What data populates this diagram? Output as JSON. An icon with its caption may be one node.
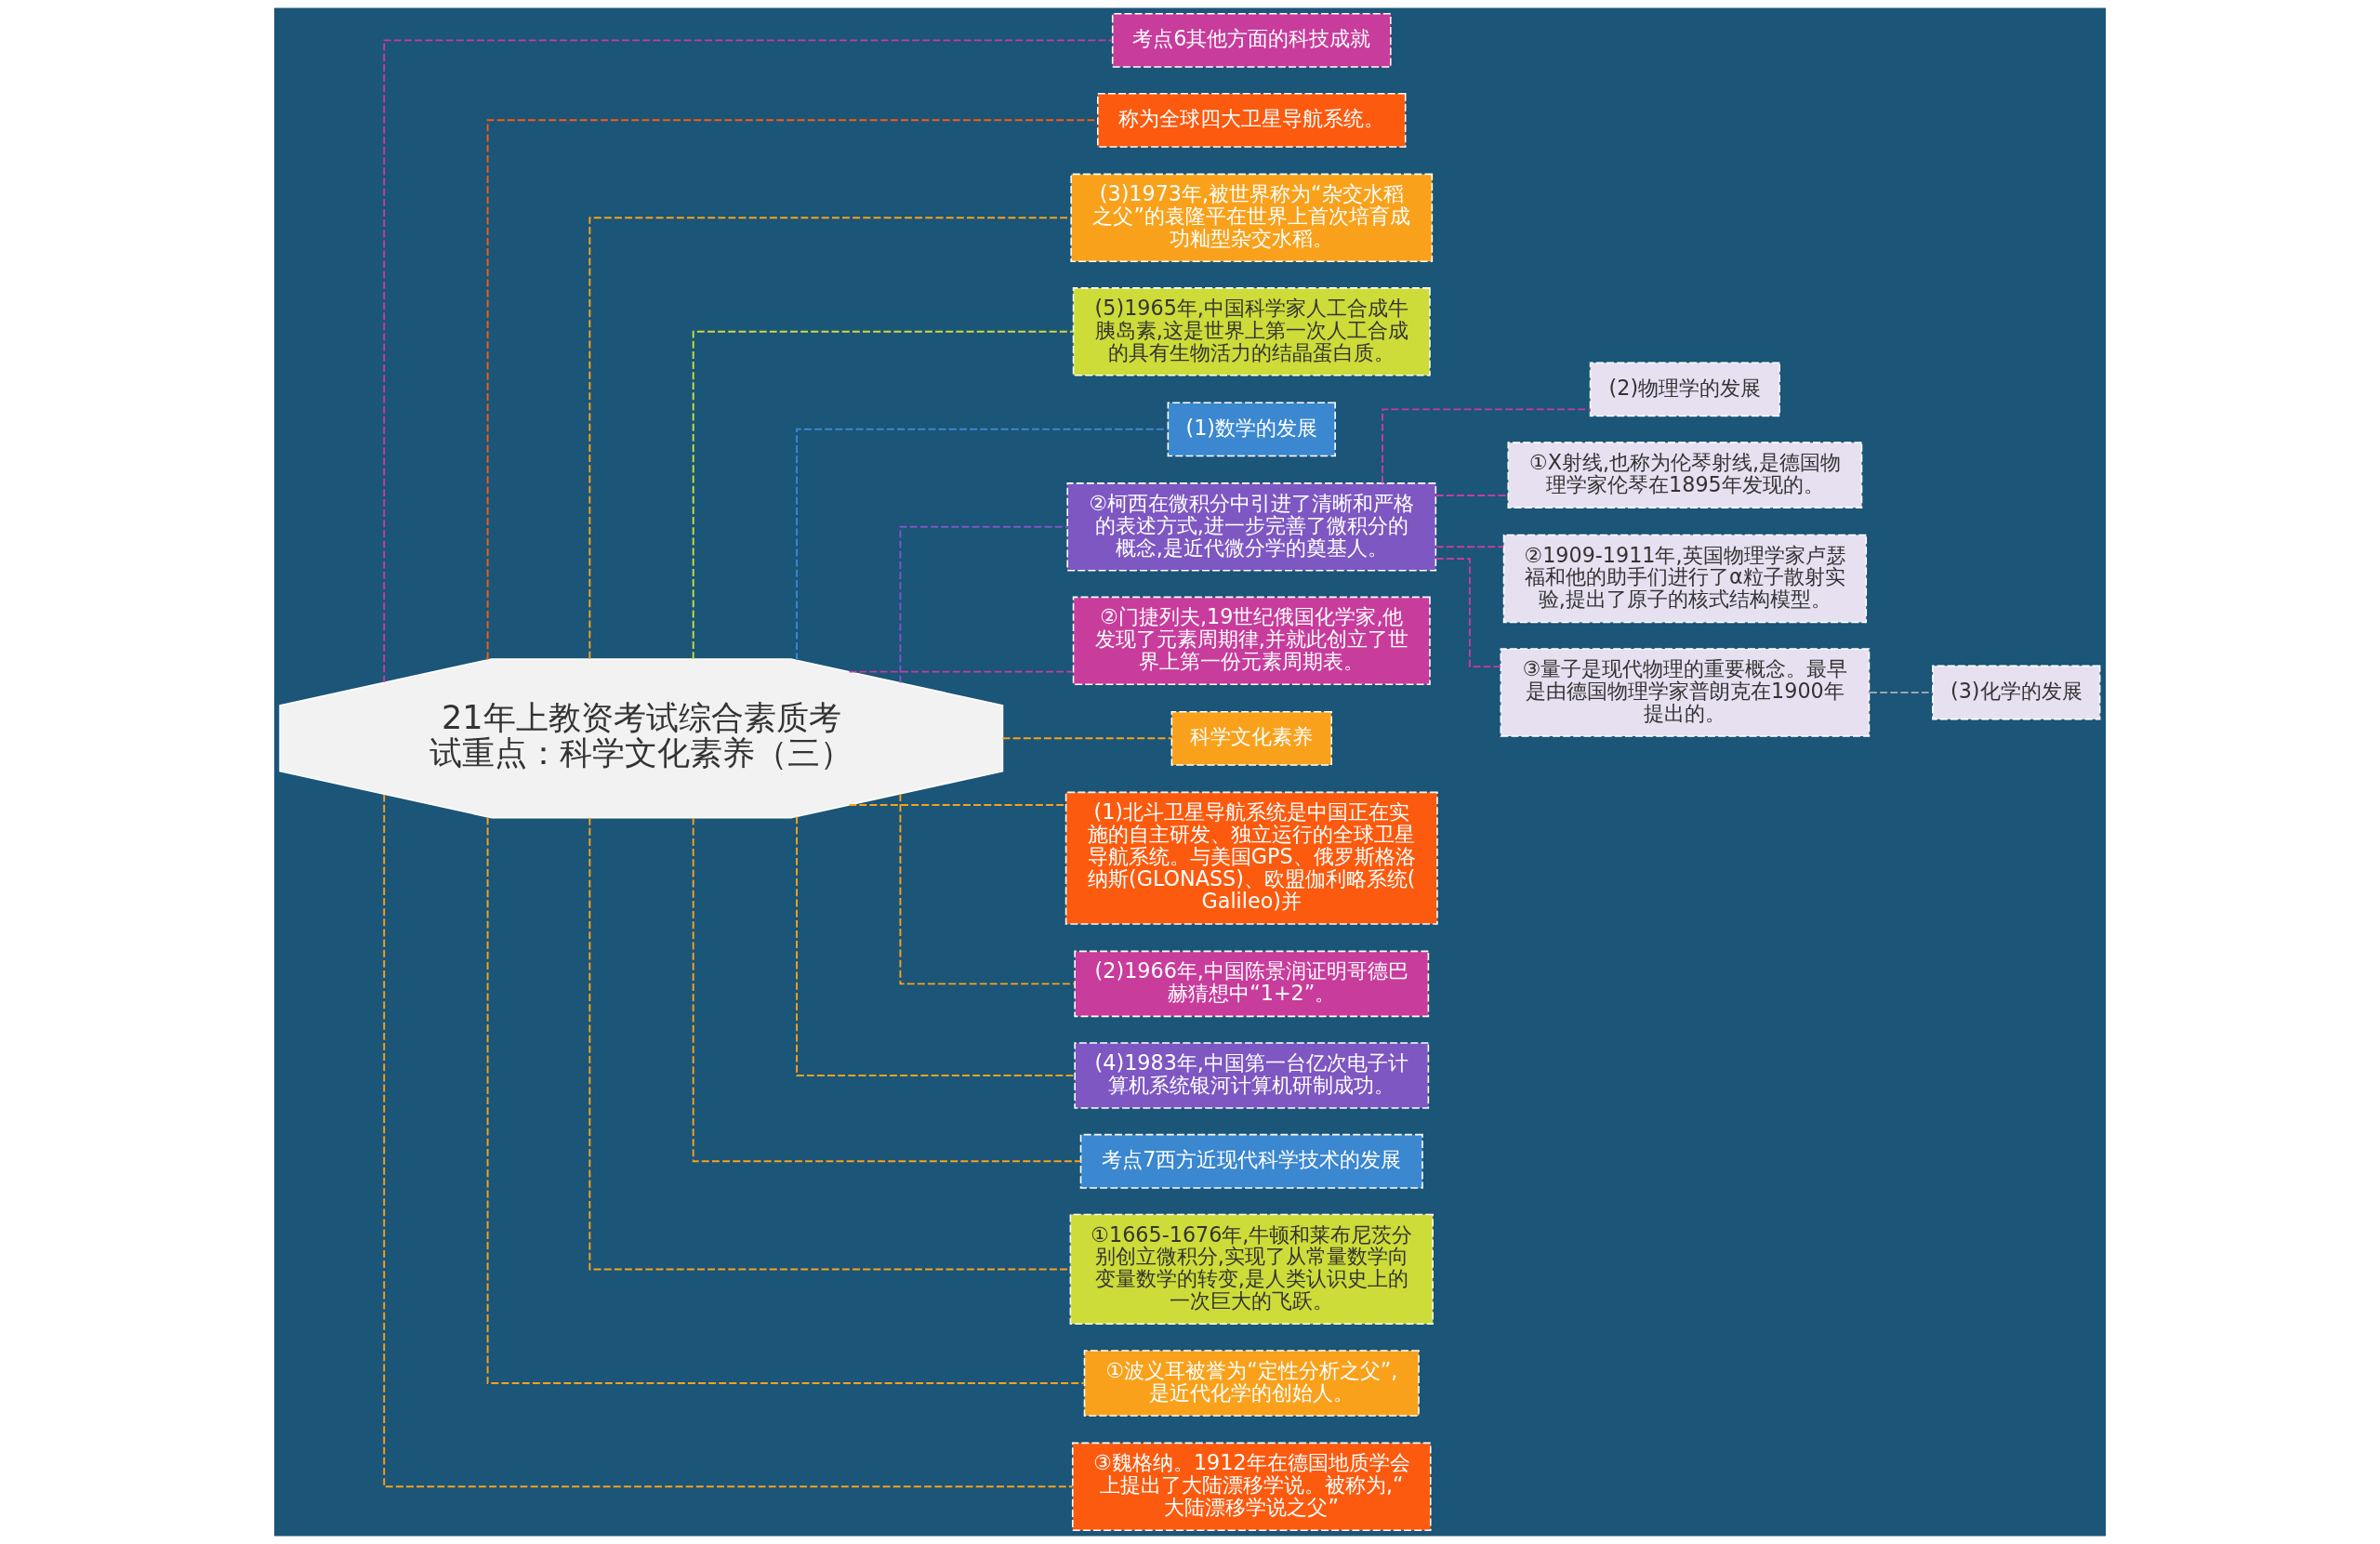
{
  "diagram": {
    "nodes": [
      {
        "text": [
          "21年上教资考试综合素质考试重点：科学文化素养（三）"
        ]
      },
      {
        "text": [
          "考点6其他方面的科技成就"
        ]
      },
      {
        "text": [
          "称为全球四大卫星导航系统。"
        ]
      },
      {
        "text": [
          "(3)1973年,被世界称为“杂交水稻之父”的袁隆平在世界上首次培育成功籼型杂交水稻。"
        ]
      },
      {
        "text": [
          "(5)1965年,中国科学家人工合成牛胰岛素,这是世界上第一次人工合成的具有生物活力的结晶蛋白质。"
        ]
      },
      {
        "text": [
          "(1)数学的发展"
        ]
      },
      {
        "text": [
          "②柯西在微积分中引进了清晰和严格的表述方式,进一步完善了微积分的概念,是近代微分学的奠基人。"
        ]
      },
      {
        "text": [
          "(2)物理学的发展"
        ]
      },
      {
        "text": [
          "①X射线,也称为伦琴射线,是德国物理学家伦琴在1895年发现的。"
        ]
      },
      {
        "text": [
          "②1909-1911年,英国物理学家卢瑟福和他的助手们进行了α粒子散射实验,提出了原子的核式结构模型。"
        ]
      },
      {
        "text": [
          "③量子是现代物理的重要概念。最早是由德国物理学家普朗克在1900年提出的。"
        ]
      },
      {
        "text": [
          "(3)化学的发展"
        ]
      },
      {
        "text": [
          "②门捷列夫,19世纪俄国化学家,他发现了元素周期律,并就此创立了世界上第一份元素周期表。"
        ]
      },
      {
        "text": [
          "科学文化素养"
        ]
      },
      {
        "text": [
          "(1)北斗卫星导航系统是中国正在实施的自主研发、独立运行的全球卫星导航系统。与美国GPS、俄罗斯格洛纳斯(GLONASS)、欧盟伽利略系统(Galileo)并"
        ]
      },
      {
        "text": [
          "(2)1966年,中国陈景润证明哥德巴赫猜想中“1+2”。"
        ]
      },
      {
        "text": [
          "(4)1983年,中国第一台亿次电子计算机系统银河计算机研制成功。"
        ]
      },
      {
        "text": [
          "考点7西方近现代科学技术的发展"
        ]
      },
      {
        "text": [
          "①1665-1676年,牛顿和莱布尼茨分别创立微积分,实现了从常量数学向变量数学的转变,是人类认识史上的一次巨大的飞跃。"
        ]
      },
      {
        "text": [
          "①波义耳被誉为“定性分析之父”,是近代化学的创始人。"
        ]
      },
      {
        "text": [
          "③魏格纳。1912年在德国地质学会上提出了大陆漂移学说。被称为,“大陆漂移学说之父”"
        ]
      }
    ],
    "edges": [
      {
        "from": 0,
        "to": 1,
        "arrow": "none",
        "style": "dashed",
        "color": "#c83c9c"
      },
      {
        "from": 0,
        "to": 2,
        "arrow": "none",
        "style": "dashed",
        "color": "#fb5a0f"
      },
      {
        "from": 0,
        "to": 3,
        "arrow": "none",
        "style": "dashed",
        "color": "#f9a11b"
      },
      {
        "from": 0,
        "to": 4,
        "arrow": "none",
        "style": "dashed",
        "color": "#cddc39"
      },
      {
        "from": 0,
        "to": 5,
        "arrow": "none",
        "style": "dashed",
        "color": "#3b87d0"
      },
      {
        "from": 0,
        "to": 6,
        "arrow": "none",
        "style": "dashed",
        "color": "#7e57c2"
      },
      {
        "from": 6,
        "to": 7,
        "arrow": "none",
        "style": "dashed",
        "color": "#c83c9c"
      },
      {
        "from": 6,
        "to": 8,
        "arrow": "none",
        "style": "dashed",
        "color": "#c83c9c"
      },
      {
        "from": 6,
        "to": 9,
        "arrow": "none",
        "style": "dashed",
        "color": "#c83c9c"
      },
      {
        "from": 6,
        "to": 10,
        "arrow": "none",
        "style": "dashed",
        "color": "#c83c9c"
      },
      {
        "from": 10,
        "to": 11,
        "arrow": "none",
        "style": "dashed",
        "color": "#9aa5b1"
      },
      {
        "from": 0,
        "to": 12,
        "arrow": "none",
        "style": "dashed",
        "color": "#c83c9c"
      },
      {
        "from": 0,
        "to": 13,
        "arrow": "none",
        "style": "dashed",
        "color": "#f9a11b"
      },
      {
        "from": 0,
        "to": 14,
        "arrow": "none",
        "style": "dashed",
        "color": "#f9a11b"
      },
      {
        "from": 0,
        "to": 15,
        "arrow": "none",
        "style": "dashed",
        "color": "#f9a11b"
      },
      {
        "from": 0,
        "to": 16,
        "arrow": "none",
        "style": "dashed",
        "color": "#f9a11b"
      },
      {
        "from": 0,
        "to": 17,
        "arrow": "none",
        "style": "dashed",
        "color": "#f9a11b"
      },
      {
        "from": 0,
        "to": 18,
        "arrow": "none",
        "style": "dashed",
        "color": "#f9a11b"
      },
      {
        "from": 0,
        "to": 19,
        "arrow": "none",
        "style": "dashed",
        "color": "#f9a11b"
      },
      {
        "from": 0,
        "to": 20,
        "arrow": "none",
        "style": "dashed",
        "color": "#f9a11b"
      }
    ]
  }
}
